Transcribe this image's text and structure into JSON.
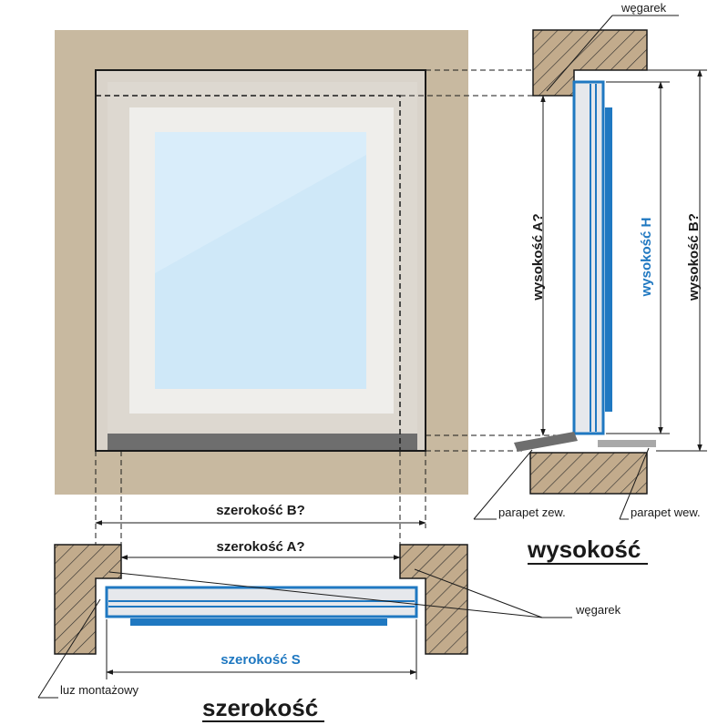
{
  "labels": {
    "wegarek_top": "węgarek",
    "wegarek_bottom": "węgarek",
    "parapet_zew": "parapet zew.",
    "parapet_wew": "parapet wew.",
    "luz_montazowy": "luz montażowy",
    "wysokosc_a": "wysokość  A?",
    "wysokosc_b": "wysokość  B?",
    "wysokosc_h": "wysokość H",
    "szerokosc_b": "szerokość  B?",
    "szerokosc_a": "szerokość  A?",
    "szerokosc_s": "szerokość S"
  },
  "titles": {
    "wysokosc": "wysokość",
    "szerokosc": "szerokość"
  },
  "colors": {
    "wall_beige": "#c8b9a0",
    "frame_light": "#ddd8d0",
    "glass": "#cfe8f8",
    "window_blue": "#1f78c1",
    "sill_gray": "#707070",
    "hatch_brown": "#c2ab8c"
  }
}
